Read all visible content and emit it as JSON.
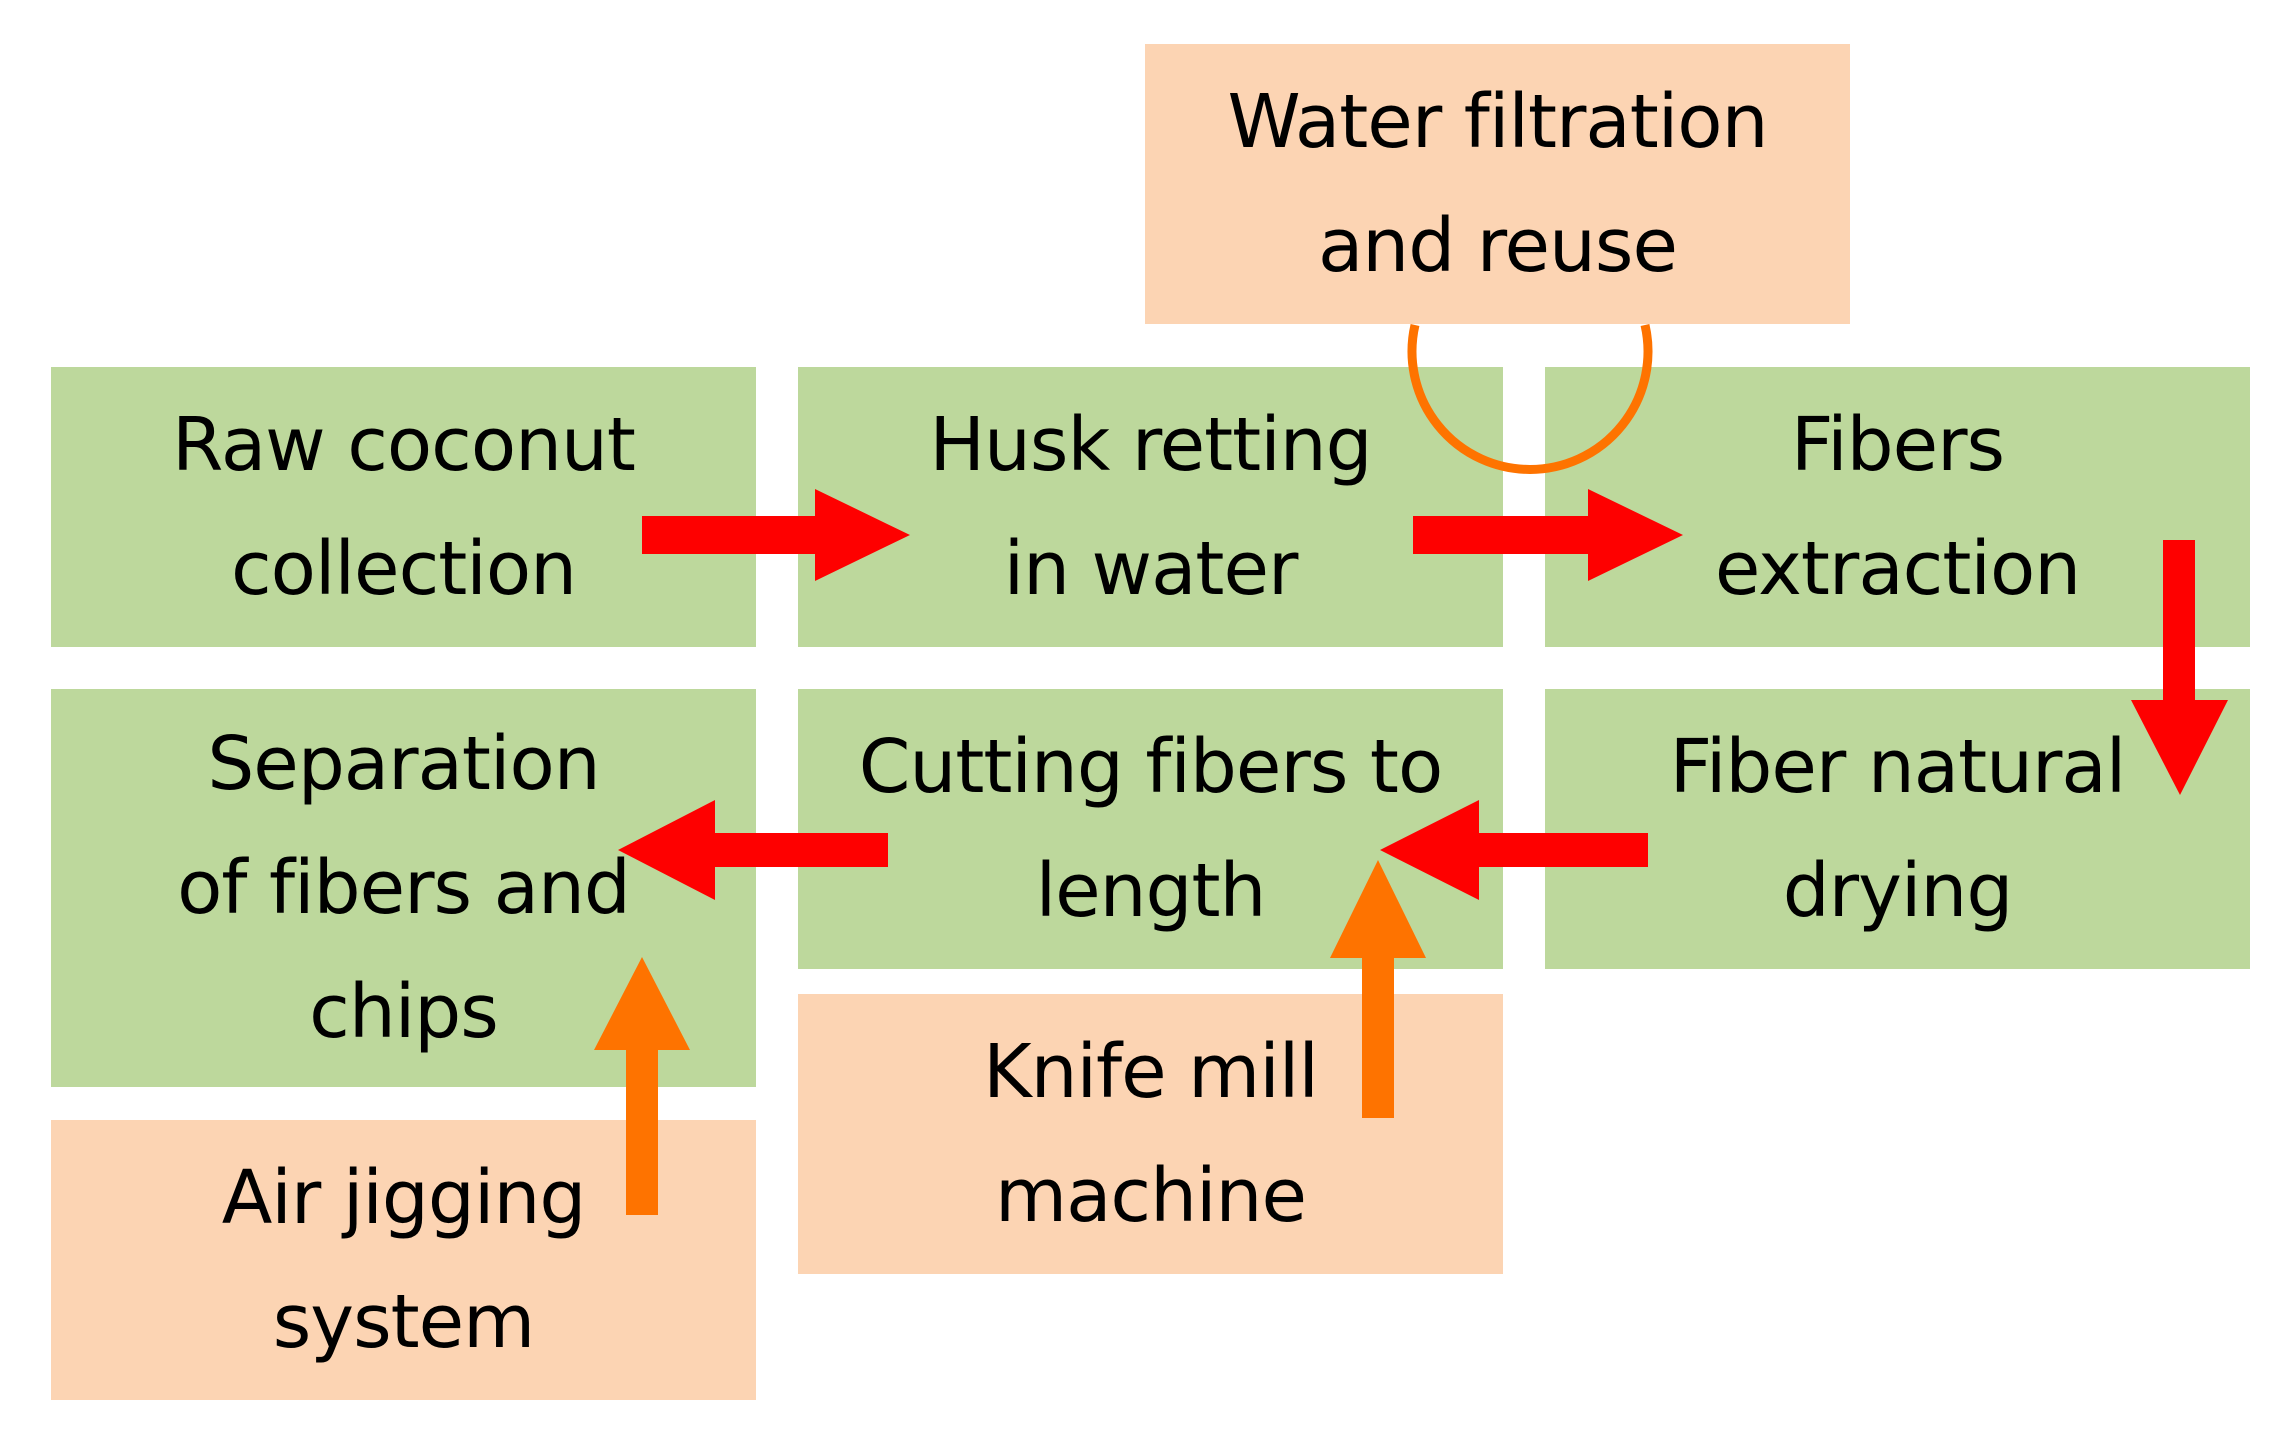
{
  "colors": {
    "process_box": "#bdd89c",
    "equipment_box": "#fcd4b3",
    "flow_arrow": "#fe0000",
    "equipment_arrow": "#fe7300"
  },
  "boxes": {
    "raw": {
      "text": "Raw coconut\ncollection"
    },
    "husk": {
      "text": "Husk retting\nin water"
    },
    "extract": {
      "text": "Fibers\nextraction"
    },
    "drying": {
      "text": "Fiber natural\ndrying"
    },
    "cutting": {
      "text": "Cutting fibers to\nlength"
    },
    "separation": {
      "text": "Separation\nof fibers and\nchips"
    },
    "water": {
      "text": "Water filtration\nand reuse"
    },
    "knife": {
      "text": "Knife mill\nmachine"
    },
    "air": {
      "text": "Air jigging\nsystem"
    }
  }
}
